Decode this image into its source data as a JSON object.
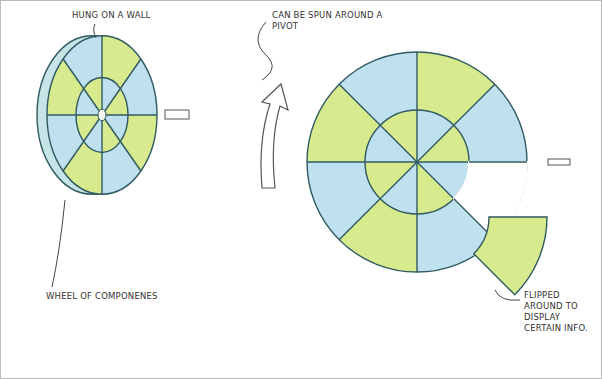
{
  "diagram": {
    "labels": [
      "HUNG ON A WALL",
      "CAN BE SPUN AROUND A PIVOT",
      "WHEEL OF COMPONENES",
      "FLIPPED AROUND TO DISPLAY CERTAIN INFO."
    ]
  }
}
